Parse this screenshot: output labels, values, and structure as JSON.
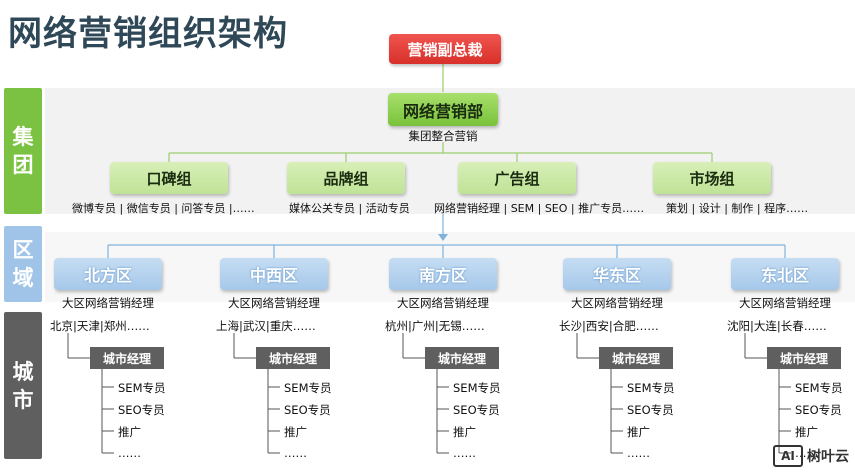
{
  "title": "网络营销组织架构",
  "side_labels": {
    "group": "集\n团",
    "region": "区\n域",
    "city": "城\n市"
  },
  "top": {
    "vp": "营销副总裁"
  },
  "group": {
    "dept": "网络营销部",
    "dept_desc": "集团整合营销",
    "teams": [
      {
        "name": "口碑组",
        "desc": "微博专员 | 微信专员 | 问答专员 |……"
      },
      {
        "name": "品牌组",
        "desc": "媒体公关专员 | 活动专员"
      },
      {
        "name": "广告组",
        "desc": "网络营销经理 | SEM | SEO | 推广专员……"
      },
      {
        "name": "市场组",
        "desc": "策划 | 设计 | 制作 | 程序……"
      }
    ]
  },
  "regions": [
    {
      "name": "北方区",
      "role": "大区网络营销经理",
      "cities": "北京|天津|郑州……"
    },
    {
      "name": "中西区",
      "role": "大区网络营销经理",
      "cities": "上海|武汉|重庆……"
    },
    {
      "name": "南方区",
      "role": "大区网络营销经理",
      "cities": "杭州|广州|无锡……"
    },
    {
      "name": "华东区",
      "role": "大区网络营销经理",
      "cities": "长沙|西安|合肥……"
    },
    {
      "name": "东北区",
      "role": "大区网络营销经理",
      "cities": "沈阳|大连|长春……"
    }
  ],
  "city": {
    "manager": "城市经理",
    "staff": [
      "SEM专员",
      "SEO专员",
      "推广",
      "……"
    ]
  },
  "logo": {
    "mark": "AI",
    "text": "树叶云"
  },
  "colors": {
    "title": "#2f4858",
    "side_green": "#7cc242",
    "side_blue": "#9fc4e8",
    "side_gray": "#5f5f5f",
    "red": "#e03f38",
    "connector": "#7fb3de"
  }
}
